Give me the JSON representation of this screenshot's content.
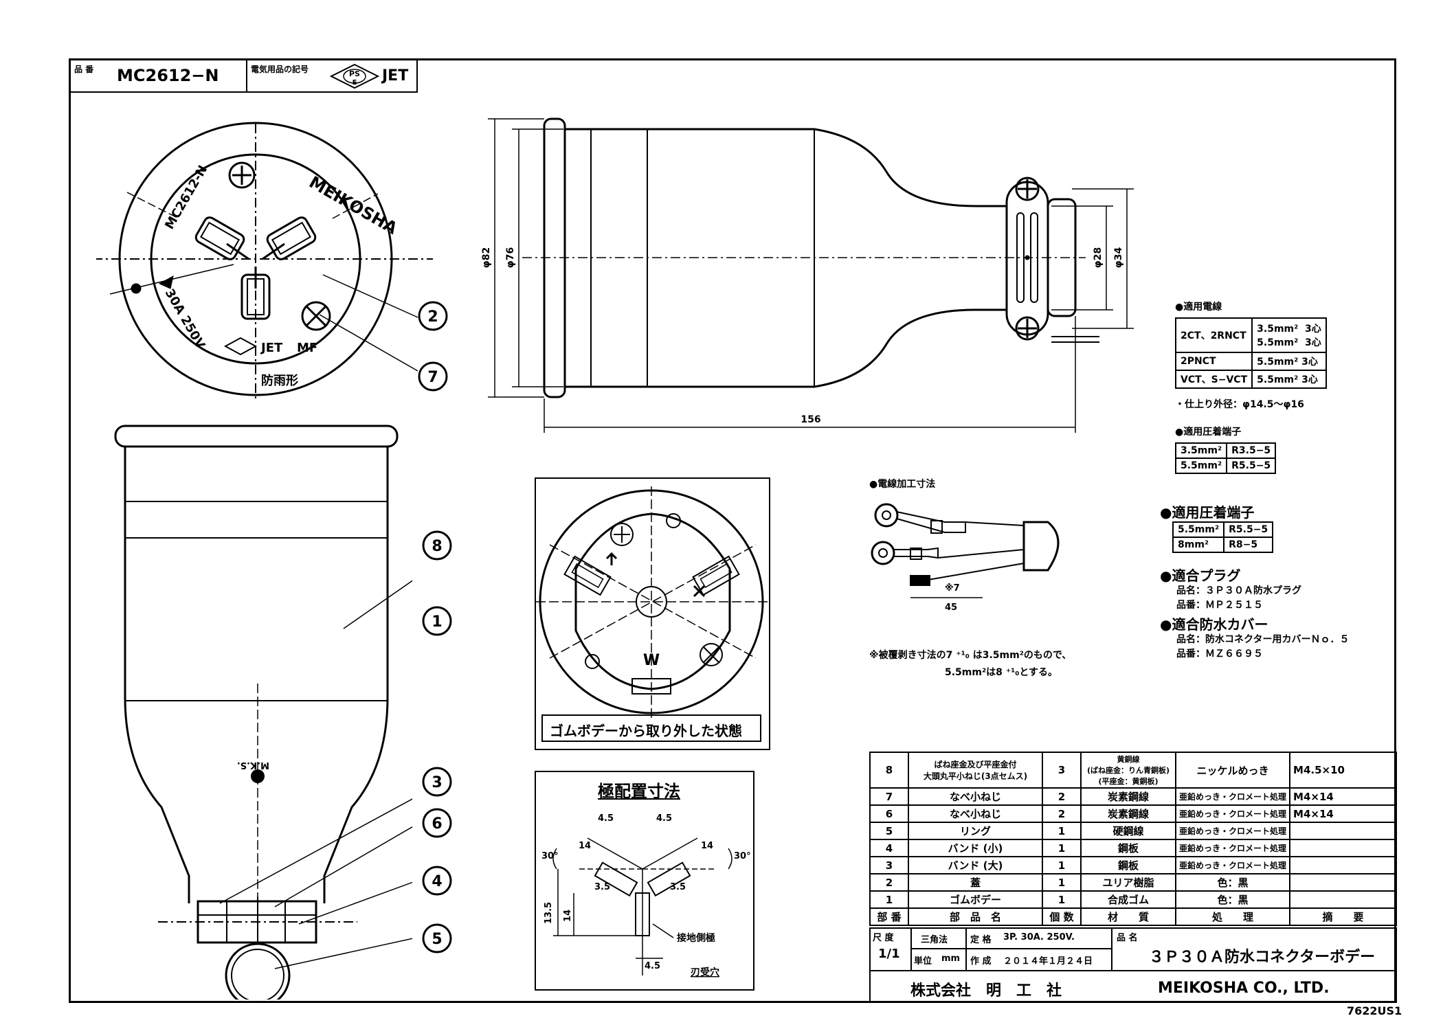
{
  "header": {
    "part_no_label": "品 番",
    "part_no": "MC2612−N",
    "elec_label": "電気用品の記号",
    "pse_top": "PS",
    "pse_bottom": "E",
    "jet": "JET"
  },
  "face": {
    "model": "MC2612-N",
    "brand": "MEIKOSHA",
    "rating": "30A 250V",
    "jet": "JET",
    "mf": "MF",
    "type": "防雨形"
  },
  "body": {
    "mark": "M.K.S."
  },
  "callouts": [
    "2",
    "7",
    "8",
    "1",
    "3",
    "6",
    "4",
    "5"
  ],
  "side_dims": {
    "d82": "φ82",
    "d76": "φ76",
    "d28": "φ28",
    "d34": "φ34",
    "len": "156"
  },
  "cable": {
    "title": "●適用電線",
    "rows": [
      {
        "type": "2CT、2RNCT",
        "size": "3.5mm²  3心\n5.5mm²  3心"
      },
      {
        "type": "2PNCT",
        "size": "5.5mm²  3心"
      },
      {
        "type": "VCT、S−VCT",
        "size": "5.5mm²  3心"
      }
    ],
    "finish": "・仕上り外径：φ14.5〜φ16"
  },
  "crimp1": {
    "title": "●適用圧着端子",
    "rows": [
      [
        "3.5mm²",
        "R3.5−5"
      ],
      [
        "5.5mm²",
        "R5.5−5"
      ]
    ]
  },
  "wire_proc": {
    "title": "●電線加工寸法",
    "dim_7": "※7",
    "dim_45": "45",
    "note1": "※被覆剥き寸法の7 ⁺¹₀ は3.5mm²のもので、",
    "note2": "5.5mm²は8 ⁺¹₀とする。"
  },
  "crimp2": {
    "title": "●適用圧着端子",
    "rows": [
      [
        "5.5mm²",
        "R5.5−5"
      ],
      [
        "8mm²",
        "R8−5"
      ]
    ]
  },
  "plug": {
    "title": "●適合プラグ",
    "name": "品名：３Ｐ３０Ａ防水プラグ",
    "no": "品番：ＭＰ２５１５"
  },
  "cover": {
    "title": "●適合防水カバー",
    "name": "品名：防水コネクター用カバーＮｏ．５",
    "no": "品番：ＭＺ６６９５"
  },
  "removed_caption": "ゴムボデーから取り外した状態",
  "inner": {
    "w": "W"
  },
  "pole": {
    "title": "極配置寸法",
    "d45a": "4.5",
    "d45b": "4.5",
    "d14a": "14",
    "d14b": "14",
    "d30a": "30°",
    "d30b": "30°",
    "d35a": "3.5",
    "d35b": "3.5",
    "d135": "13.5",
    "d14c": "14",
    "d45c": "4.5",
    "ground": "接地側極",
    "slot": "刃受穴"
  },
  "parts": [
    {
      "no": "8",
      "name": "ばね座金及び平座金付\n大頭丸平小ねじ(3点セムス)",
      "qty": "3",
      "mat": "黄銅線\n(ばね座金：りん青銅板)\n(平座金：黄銅板)",
      "treat": "ニッケルめっき",
      "note": "M4.5×10"
    },
    {
      "no": "7",
      "name": "なべ小ねじ",
      "qty": "2",
      "mat": "炭素鋼線",
      "treat": "亜鉛めっき・クロメート処理",
      "note": "M4×14"
    },
    {
      "no": "6",
      "name": "なべ小ねじ",
      "qty": "2",
      "mat": "炭素鋼線",
      "treat": "亜鉛めっき・クロメート処理",
      "note": "M4×14"
    },
    {
      "no": "5",
      "name": "リング",
      "qty": "1",
      "mat": "硬鋼線",
      "treat": "亜鉛めっき・クロメート処理",
      "note": ""
    },
    {
      "no": "4",
      "name": "バンド (小)",
      "qty": "1",
      "mat": "鋼板",
      "treat": "亜鉛めっき・クロメート処理",
      "note": ""
    },
    {
      "no": "3",
      "name": "バンド (大)",
      "qty": "1",
      "mat": "鋼板",
      "treat": "亜鉛めっき・クロメート処理",
      "note": ""
    },
    {
      "no": "2",
      "name": "蓋",
      "qty": "1",
      "mat": "ユリア樹脂",
      "treat": "色：黒",
      "note": ""
    },
    {
      "no": "1",
      "name": "ゴムボデー",
      "qty": "1",
      "mat": "合成ゴム",
      "treat": "色：黒",
      "note": ""
    }
  ],
  "parts_header": {
    "no": "部 番",
    "name": "部　品　名",
    "qty": "個 数",
    "mat": "材　　質",
    "treat": "処　　理",
    "note": "摘　　要"
  },
  "title_block": {
    "scale_label": "尺 度",
    "scale": "1/1",
    "proj": "三角法",
    "rating_label": "定 格",
    "rating": "3P. 30A. 250V.",
    "unit_label": "単位",
    "unit": "mm",
    "made_label": "作 成",
    "date": "２０１４年１月２４日",
    "name_label": "品 名",
    "product": "３Ｐ３０Ａ防水コネクターボデー",
    "company_jp": "株式会社　明　工　社",
    "company_en": "MEIKOSHA CO., LTD.",
    "drawing_no": "7622US1"
  }
}
